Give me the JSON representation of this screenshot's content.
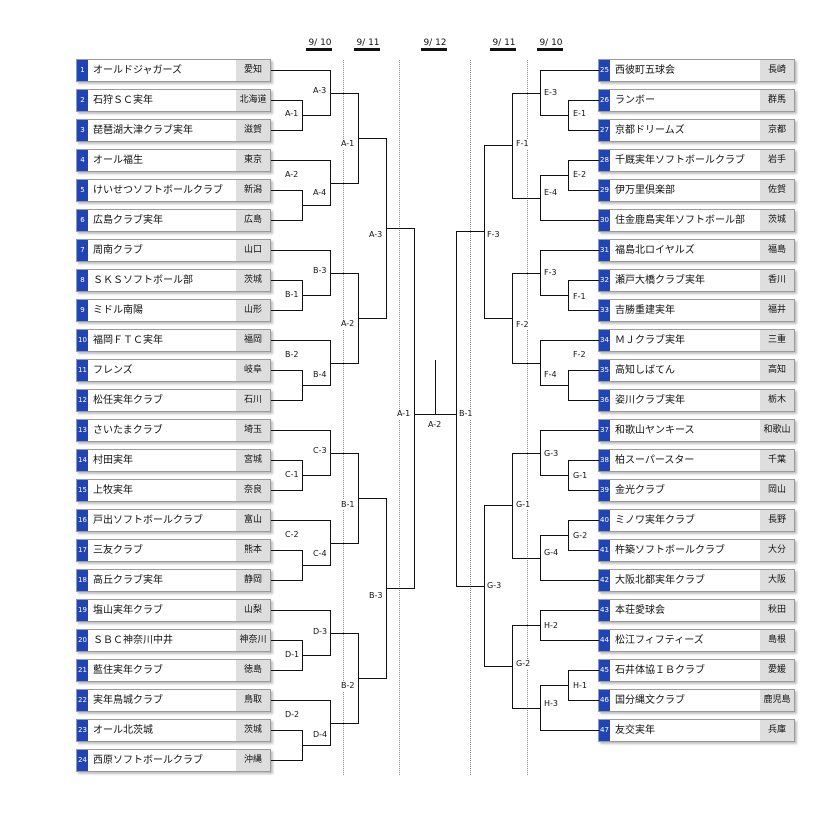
{
  "dates": {
    "left_r1": "9/ 10",
    "left_r2": "9/ 11",
    "final": "9/ 12",
    "right_r2": "9/ 11",
    "right_r1": "9/ 10"
  },
  "left_teams": [
    {
      "seed": "1",
      "name": "オールドジャガーズ",
      "pref": "愛知"
    },
    {
      "seed": "2",
      "name": "石狩ＳＣ実年",
      "pref": "北海道"
    },
    {
      "seed": "3",
      "name": "琵琶湖大津クラブ実年",
      "pref": "滋賀"
    },
    {
      "seed": "4",
      "name": "オール福生",
      "pref": "東京"
    },
    {
      "seed": "5",
      "name": "けいせつソフトボールクラブ",
      "pref": "新潟"
    },
    {
      "seed": "6",
      "name": "広島クラブ実年",
      "pref": "広島"
    },
    {
      "seed": "7",
      "name": "周南クラブ",
      "pref": "山口"
    },
    {
      "seed": "8",
      "name": "ＳＫＳソフトボール部",
      "pref": "茨城"
    },
    {
      "seed": "9",
      "name": "ミドル南陽",
      "pref": "山形"
    },
    {
      "seed": "10",
      "name": "福岡ＦＴＣ実年",
      "pref": "福岡"
    },
    {
      "seed": "11",
      "name": "フレンズ",
      "pref": "岐阜"
    },
    {
      "seed": "12",
      "name": "松任実年クラブ",
      "pref": "石川"
    },
    {
      "seed": "13",
      "name": "さいたまクラブ",
      "pref": "埼玉"
    },
    {
      "seed": "14",
      "name": "村田実年",
      "pref": "宮城"
    },
    {
      "seed": "15",
      "name": "上牧実年",
      "pref": "奈良"
    },
    {
      "seed": "16",
      "name": "戸出ソフトボールクラブ",
      "pref": "富山"
    },
    {
      "seed": "17",
      "name": "三友クラブ",
      "pref": "熊本"
    },
    {
      "seed": "18",
      "name": "高丘クラブ実年",
      "pref": "静岡"
    },
    {
      "seed": "19",
      "name": "塩山実年クラブ",
      "pref": "山梨"
    },
    {
      "seed": "20",
      "name": "ＳＢＣ神奈川中井",
      "pref": "神奈川"
    },
    {
      "seed": "21",
      "name": "藍住実年クラブ",
      "pref": "徳島"
    },
    {
      "seed": "22",
      "name": "実年鳥城クラブ",
      "pref": "鳥取"
    },
    {
      "seed": "23",
      "name": "オール北茨城",
      "pref": "茨城"
    },
    {
      "seed": "24",
      "name": "西原ソフトボールクラブ",
      "pref": "沖縄"
    }
  ],
  "right_teams": [
    {
      "seed": "25",
      "name": "西彼町五球会",
      "pref": "長崎"
    },
    {
      "seed": "26",
      "name": "ランボー",
      "pref": "群馬"
    },
    {
      "seed": "27",
      "name": "京都ドリームズ",
      "pref": "京都"
    },
    {
      "seed": "28",
      "name": "千厩実年ソフトボールクラブ",
      "pref": "岩手"
    },
    {
      "seed": "29",
      "name": "伊万里倶楽部",
      "pref": "佐賀"
    },
    {
      "seed": "30",
      "name": "住金鹿島実年ソフトボール部",
      "pref": "茨城"
    },
    {
      "seed": "31",
      "name": "福島北ロイヤルズ",
      "pref": "福島"
    },
    {
      "seed": "32",
      "name": "瀬戸大橋クラブ実年",
      "pref": "香川"
    },
    {
      "seed": "33",
      "name": "吉勝重建実年",
      "pref": "福井"
    },
    {
      "seed": "34",
      "name": "ＭＪクラブ実年",
      "pref": "三重"
    },
    {
      "seed": "35",
      "name": "高知しばてん",
      "pref": "高知"
    },
    {
      "seed": "36",
      "name": "姿川クラブ実年",
      "pref": "栃木"
    },
    {
      "seed": "37",
      "name": "和歌山ヤンキース",
      "pref": "和歌山"
    },
    {
      "seed": "38",
      "name": "柏スーパースター",
      "pref": "千葉"
    },
    {
      "seed": "39",
      "name": "金光クラブ",
      "pref": "岡山"
    },
    {
      "seed": "40",
      "name": "ミノワ実年クラブ",
      "pref": "長野"
    },
    {
      "seed": "41",
      "name": "杵築ソフトボールクラブ",
      "pref": "大分"
    },
    {
      "seed": "42",
      "name": "大阪北都実年クラブ",
      "pref": "大阪"
    },
    {
      "seed": "43",
      "name": "本荘愛球会",
      "pref": "秋田"
    },
    {
      "seed": "44",
      "name": "松江フィフティーズ",
      "pref": "島根"
    },
    {
      "seed": "45",
      "name": "石井体協ＩＢクラブ",
      "pref": "愛媛"
    },
    {
      "seed": "46",
      "name": "国分縄文クラブ",
      "pref": "鹿児島"
    },
    {
      "seed": "47",
      "name": "友交実年",
      "pref": "兵庫"
    }
  ],
  "matches": {
    "A1": "A-1",
    "A2": "A-2",
    "A3": "A-3",
    "A4": "A-4",
    "B1": "B-1",
    "B2": "B-2",
    "B3": "B-3",
    "B4": "B-4",
    "C1": "C-1",
    "C2": "C-2",
    "C3": "C-3",
    "C4": "C-4",
    "D1": "D-1",
    "D2": "D-2",
    "D3": "D-3",
    "D4": "D-4",
    "E1": "E-1",
    "E2": "E-2",
    "E3": "E-3",
    "E4": "E-4",
    "F1": "F-1",
    "F2": "F-2",
    "F3": "F-3",
    "F4": "F-4",
    "G1": "G-1",
    "G2": "G-2",
    "G3": "G-3",
    "G4": "G-4",
    "H1": "H-1",
    "H2": "H-2",
    "H3": "H-3"
  },
  "semis": {
    "left_top": "A-1",
    "left_mid": "A-2",
    "left_bottom": "B-2",
    "left_low": "B-3",
    "right_top": "F-1",
    "right_mid": "F-2",
    "right_g1": "G-1",
    "right_g2": "G-2",
    "center_left": "A-1",
    "center_right": "B-1",
    "final": "A-2",
    "left_a3": "A-3",
    "right_f3": "F-3",
    "right_g3": "G-3"
  }
}
